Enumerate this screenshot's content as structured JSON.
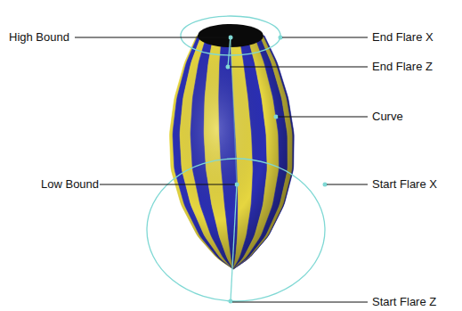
{
  "diagram": {
    "labels": [
      "High Bound",
      "End Flare X",
      "End Flare Z",
      "Curve",
      "Low Bound",
      "Start Flare X",
      "Start Flare Z"
    ]
  }
}
